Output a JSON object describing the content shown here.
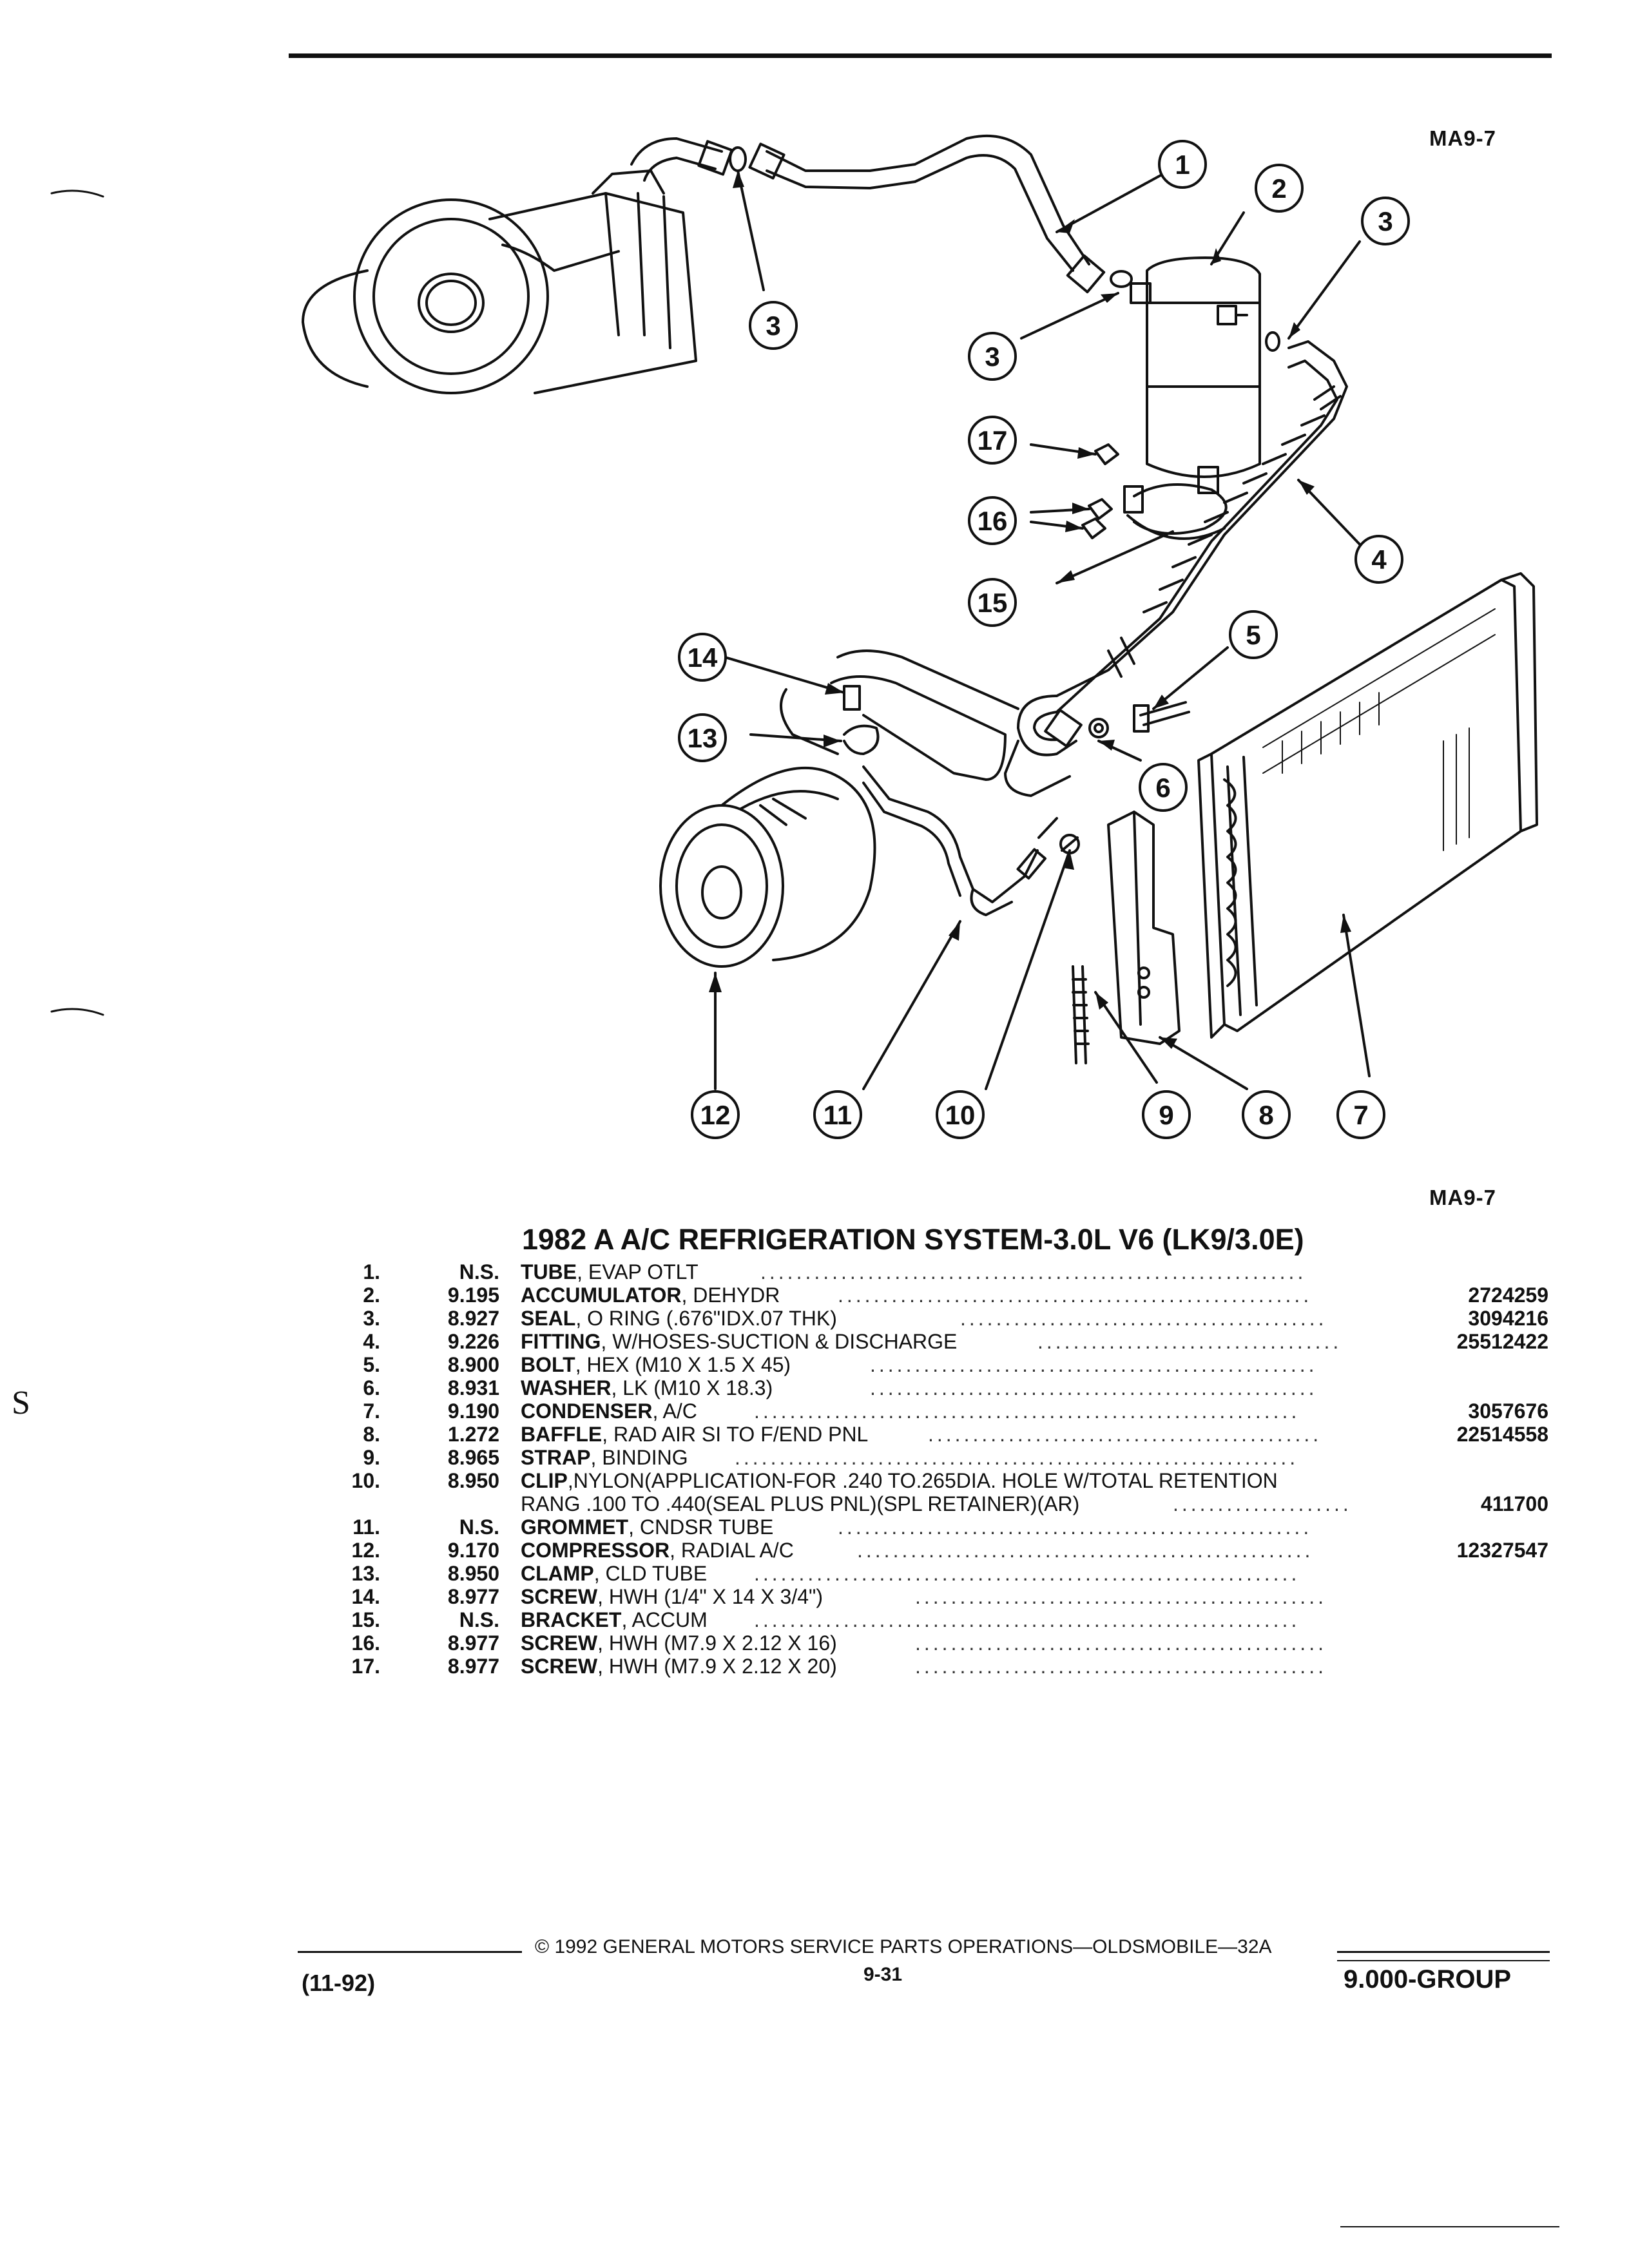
{
  "header": {
    "figure_code_top": "MA9-7",
    "figure_code_bottom": "MA9-7"
  },
  "diagram": {
    "callouts": [
      "1",
      "2",
      "3",
      "3",
      "3",
      "4",
      "5",
      "6",
      "7",
      "8",
      "9",
      "10",
      "11",
      "12",
      "13",
      "14",
      "15",
      "16",
      "17"
    ]
  },
  "title": "1982 A A/C REFRIGERATION SYSTEM-3.0L V6 (LK9/3.0E)",
  "parts": [
    {
      "no": "1.",
      "group": "N.S.",
      "name": "TUBE",
      "desc": ", EVAP OTLT",
      "part": ""
    },
    {
      "no": "2.",
      "group": "9.195",
      "name": "ACCUMULATOR",
      "desc": ", DEHYDR",
      "part": "2724259"
    },
    {
      "no": "3.",
      "group": "8.927",
      "name": "SEAL",
      "desc": ", O RING (.676\"IDX.07 THK)",
      "part": "3094216"
    },
    {
      "no": "4.",
      "group": "9.226",
      "name": "FITTING",
      "desc": ", W/HOSES-SUCTION & DISCHARGE",
      "part": "25512422"
    },
    {
      "no": "5.",
      "group": "8.900",
      "name": "BOLT",
      "desc": ", HEX (M10 X 1.5 X 45)",
      "part": ""
    },
    {
      "no": "6.",
      "group": "8.931",
      "name": "WASHER",
      "desc": ", LK (M10 X 18.3)",
      "part": ""
    },
    {
      "no": "7.",
      "group": "9.190",
      "name": "CONDENSER",
      "desc": ", A/C",
      "part": "3057676"
    },
    {
      "no": "8.",
      "group": "1.272",
      "name": "BAFFLE",
      "desc": ", RAD AIR SI TO F/END PNL",
      "part": "22514558"
    },
    {
      "no": "9.",
      "group": "8.965",
      "name": "STRAP",
      "desc": ", BINDING",
      "part": ""
    },
    {
      "no": "10.",
      "group": "8.950",
      "name": "CLIP",
      "desc": ",NYLON(APPLICATION-FOR .240 TO.265DIA. HOLE W/TOTAL RETENTION",
      "part": ""
    },
    {
      "no": "",
      "group": "",
      "name": "",
      "desc": "RANG .100 TO .440(SEAL PLUS PNL)(SPL RETAINER)(AR)",
      "part": "411700"
    },
    {
      "no": "11.",
      "group": "N.S.",
      "name": "GROMMET",
      "desc": ", CNDSR TUBE",
      "part": ""
    },
    {
      "no": "12.",
      "group": "9.170",
      "name": "COMPRESSOR",
      "desc": ", RADIAL A/C",
      "part": "12327547"
    },
    {
      "no": "13.",
      "group": "8.950",
      "name": "CLAMP",
      "desc": ", CLD TUBE",
      "part": ""
    },
    {
      "no": "14.",
      "group": "8.977",
      "name": "SCREW",
      "desc": ", HWH (1/4\" X 14 X 3/4\")",
      "part": ""
    },
    {
      "no": "15.",
      "group": "N.S.",
      "name": "BRACKET",
      "desc": ", ACCUM",
      "part": ""
    },
    {
      "no": "16.",
      "group": "8.977",
      "name": "SCREW",
      "desc": ", HWH (M7.9 X 2.12 X 16)",
      "part": ""
    },
    {
      "no": "17.",
      "group": "8.977",
      "name": "SCREW",
      "desc": ", HWH (M7.9 X 2.12 X 20)",
      "part": ""
    }
  ],
  "footer": {
    "date": "(11-92)",
    "copyright": "© 1992 GENERAL MOTORS SERVICE PARTS OPERATIONS—OLDSMOBILE—32A",
    "page": "9-31",
    "group": "9.000-GROUP"
  },
  "margin_mark": "S"
}
